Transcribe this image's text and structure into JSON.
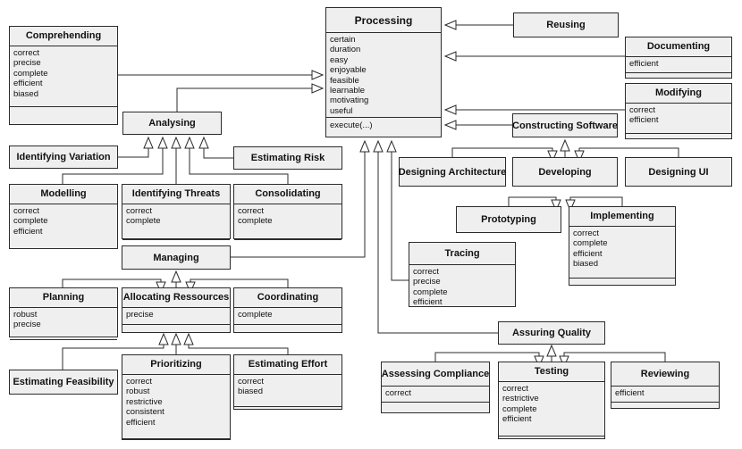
{
  "classes": {
    "processing": {
      "name": "Processing",
      "attributes": [
        "certain",
        "duration",
        "easy",
        "enjoyable",
        "feasible",
        "learnable",
        "motivating",
        "useful"
      ],
      "operations": [
        "execute(...)"
      ]
    },
    "reusing": {
      "name": "Reusing"
    },
    "documenting": {
      "name": "Documenting",
      "attributes": [
        "efficient"
      ]
    },
    "modifying": {
      "name": "Modifying",
      "attributes": [
        "correct",
        "efficient"
      ]
    },
    "comprehending": {
      "name": "Comprehending",
      "attributes": [
        "correct",
        "precise",
        "complete",
        "efficient",
        "biased"
      ]
    },
    "analysing": {
      "name": "Analysing"
    },
    "identifying_variation": {
      "name": "Identifying Variation"
    },
    "estimating_risk": {
      "name": "Estimating Risk"
    },
    "modelling": {
      "name": "Modelling",
      "attributes": [
        "correct",
        "complete",
        "efficient"
      ]
    },
    "identifying_threats": {
      "name": "Identifying Threats",
      "attributes": [
        "correct",
        "complete"
      ]
    },
    "consolidating": {
      "name": "Consolidating",
      "attributes": [
        "correct",
        "complete"
      ]
    },
    "constructing_software": {
      "name": "Constructing Software"
    },
    "designing_architecture": {
      "name": "Designing Architecture"
    },
    "developing": {
      "name": "Developing"
    },
    "designing_ui": {
      "name": "Designing UI"
    },
    "prototyping": {
      "name": "Prototyping"
    },
    "implementing": {
      "name": "Implementing",
      "attributes": [
        "correct",
        "complete",
        "efficient",
        "biased"
      ]
    },
    "managing": {
      "name": "Managing"
    },
    "planning": {
      "name": "Planning",
      "attributes": [
        "robust",
        "precise"
      ]
    },
    "allocating_ressources": {
      "name": "Allocating Ressources",
      "attributes": [
        "precise"
      ]
    },
    "coordinating": {
      "name": "Coordinating",
      "attributes": [
        "complete"
      ]
    },
    "tracing": {
      "name": "Tracing",
      "attributes": [
        "correct",
        "precise",
        "complete",
        "efficient"
      ]
    },
    "estimating_feasibility": {
      "name": "Estimating Feasibility"
    },
    "prioritizing": {
      "name": "Prioritizing",
      "attributes": [
        "correct",
        "robust",
        "restrictive",
        "consistent",
        "efficient"
      ]
    },
    "estimating_effort": {
      "name": "Estimating Effort",
      "attributes": [
        "correct",
        "biased"
      ]
    },
    "assuring_quality": {
      "name": "Assuring Quality"
    },
    "assessing_compliance": {
      "name": "Assessing Compliance",
      "attributes": [
        "correct"
      ]
    },
    "testing": {
      "name": "Testing",
      "attributes": [
        "correct",
        "restrictive",
        "complete",
        "efficient"
      ]
    },
    "reviewing": {
      "name": "Reviewing",
      "attributes": [
        "efficient"
      ]
    }
  },
  "colors": {
    "box_fill": "#efefef",
    "line": "#2b2b2b",
    "background": "#ffffff"
  }
}
